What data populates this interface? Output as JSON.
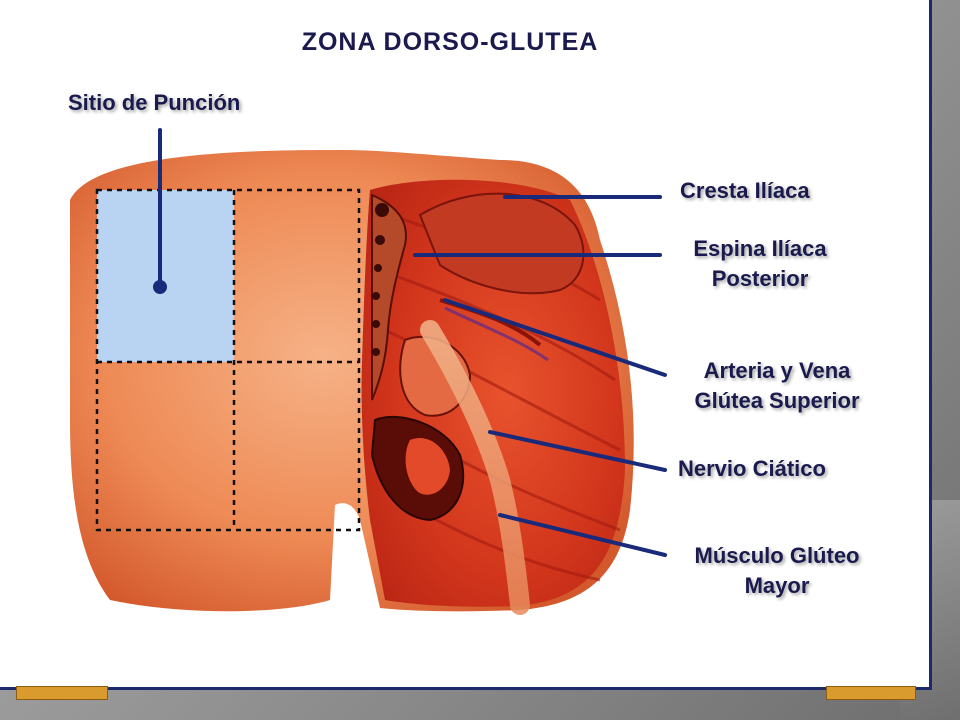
{
  "title": "ZONA DORSO-GLUTEA",
  "labels": {
    "puncture_site": "Sitio de Punción",
    "iliac_crest": "Cresta Ilíaca",
    "posterior_iliac_spine_line1": "Espina Ilíaca",
    "posterior_iliac_spine_line2": "Posterior",
    "artery_vein_line1": "Arteria y Vena",
    "artery_vein_line2": "Glútea Superior",
    "sciatic_nerve": "Nervio Ciático",
    "gluteus_maximus_line1": "Músculo Glúteo",
    "gluteus_maximus_line2": "Mayor"
  },
  "colors": {
    "label_text": "#1a1a4e",
    "leader_line": "#1a2a7a",
    "skin_light": "#f29a6a",
    "skin_dark": "#d9582a",
    "muscle": "#c8281a",
    "injection_quadrant": "#b9d4f2",
    "footer_accent": "#d99a2e"
  }
}
